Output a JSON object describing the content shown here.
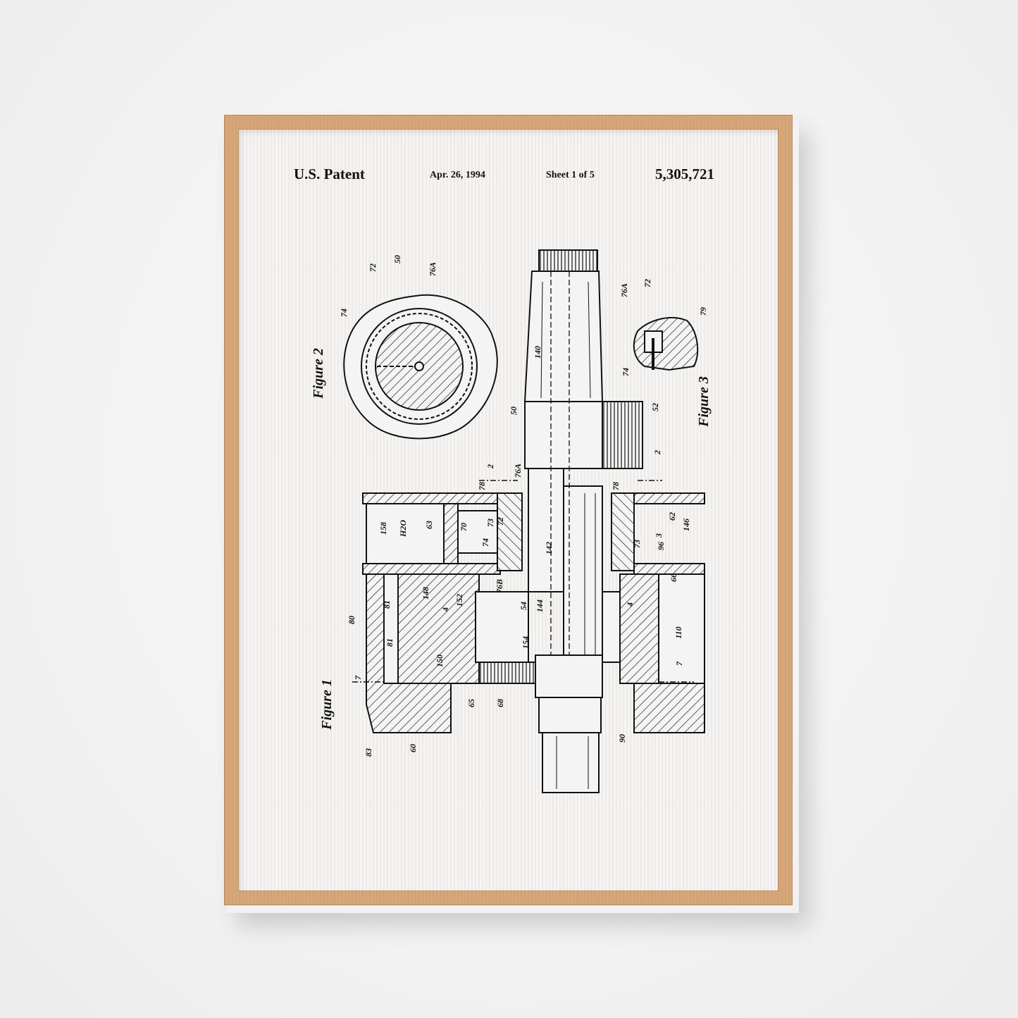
{
  "header": {
    "title": "U.S. Patent",
    "date": "Apr. 26, 1994",
    "sheet": "Sheet 1 of 5",
    "number": "5,305,721"
  },
  "figures": [
    "Figure 1",
    "Figure 2",
    "Figure 3"
  ],
  "labels": [
    "50",
    "72",
    "76A",
    "74",
    "140",
    "50",
    "52",
    "2",
    "2",
    "78",
    "76A",
    "78",
    "73",
    "72",
    "70",
    "74",
    "142",
    "158",
    "H2O",
    "63",
    "62",
    "3",
    "146",
    "73",
    "96",
    "76B",
    "81",
    "148",
    "152",
    "4",
    "54",
    "144",
    "154",
    "81",
    "150",
    "80",
    "7",
    "65",
    "68",
    "83",
    "60",
    "4",
    "66",
    "110",
    "7",
    "90",
    "76A",
    "72",
    "79",
    "74"
  ],
  "colors": {
    "frame": "#d7a679",
    "paper": "#f4f4f4",
    "ink": "#111111"
  }
}
